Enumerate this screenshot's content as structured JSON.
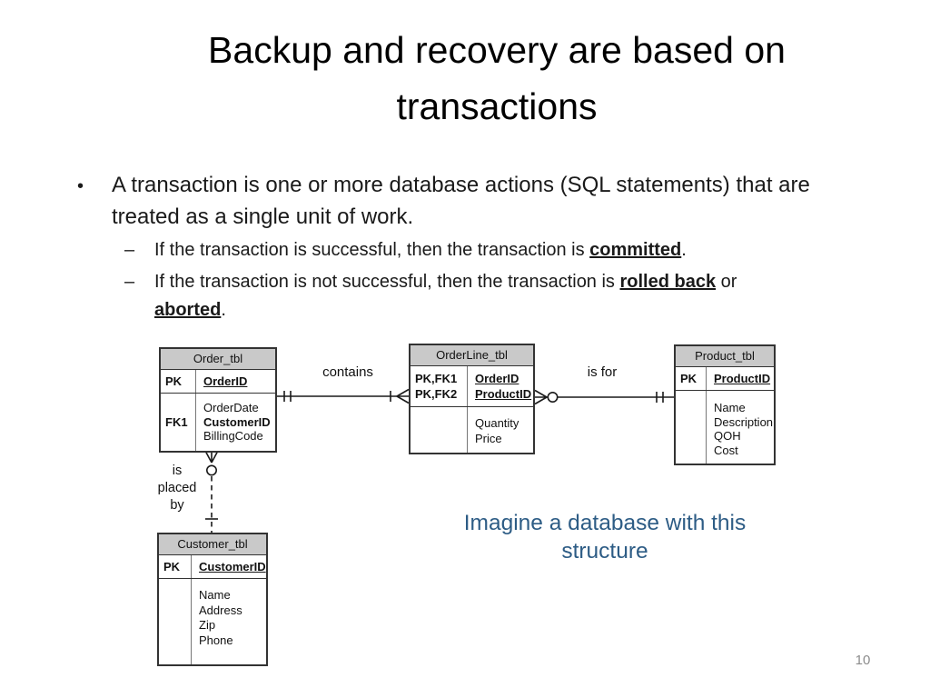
{
  "slide": {
    "title": "Backup and recovery are based on\ntransactions",
    "page_number": "10"
  },
  "bullets": {
    "bullet_glyph": "•",
    "dash_glyph": "–",
    "main": "A transaction is one or more database actions (SQL statements) that are treated as a single unit of work.",
    "sub1": {
      "pre": "If the transaction is successful, then the transaction is ",
      "emph": "committed",
      "post": "."
    },
    "sub2": {
      "pre": "If the transaction is not successful, then the transaction is ",
      "emph1": "rolled back",
      "mid": " or ",
      "emph2": "aborted",
      "post": "."
    }
  },
  "diagram": {
    "tables": {
      "order": {
        "title": "Order_tbl",
        "pk_key": "PK",
        "pk_attr": "OrderID",
        "attr_key": "FK1",
        "attrs": [
          "OrderDate",
          "CustomerID",
          "BillingCode"
        ]
      },
      "orderline": {
        "title": "OrderLine_tbl",
        "pk_keys": [
          "PK,FK1",
          "PK,FK2"
        ],
        "pk_attrs": [
          "OrderID",
          "ProductID"
        ],
        "attrs": [
          "Quantity",
          "Price"
        ]
      },
      "product": {
        "title": "Product_tbl",
        "pk_key": "PK",
        "pk_attr": "ProductID",
        "attrs": [
          "Name",
          "Description",
          "QOH",
          "Cost"
        ]
      },
      "customer": {
        "title": "Customer_tbl",
        "pk_key": "PK",
        "pk_attr": "CustomerID",
        "attrs": [
          "Name",
          "Address",
          "Zip",
          "Phone"
        ]
      }
    },
    "relationships": {
      "contains": "contains",
      "is_for": "is for",
      "is_placed_by": "is\nplaced\nby"
    }
  },
  "caption": {
    "text": "Imagine a database with this\nstructure",
    "color": "#2d5c85"
  },
  "colors": {
    "table_header_fill": "#c9c9c9",
    "caption_blue": "#2d5c85",
    "page_number_gray": "#8c8c8c"
  }
}
